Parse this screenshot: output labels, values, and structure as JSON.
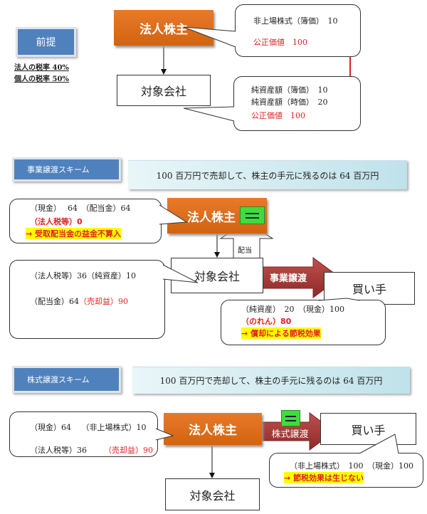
{
  "premise": {
    "label": "前提",
    "corp_tax_rate": "法人の税率 40%",
    "indiv_tax_rate": "個人の税率 50%",
    "shareholder": "法人株主",
    "target": "対象会社",
    "callout_shareholder": {
      "line1": "非上場株式（簿価）　10",
      "line2": "公正価値　100"
    },
    "callout_target": {
      "line1": "純資産額（簿価）　10",
      "line2": "純資産額（時価）　20",
      "line3": "公正価値　100"
    }
  },
  "business_transfer": {
    "label": "事業譲渡スキーム",
    "banner": "100 百万円で売却して、株主の手元に残るのは 64 百万円",
    "shareholder": "法人株主",
    "target": "対象会社",
    "buyer": "買い手",
    "transfer_arrow": "事業譲渡",
    "dividend_arrow": "配当",
    "callout_shareholder": {
      "line1": "（現金）　 64　（配当金）64",
      "line2": "（法人税等）0",
      "line3": "→ 受取配当金の益金不算入"
    },
    "callout_target": {
      "line1": "（法人税等）36（純資産）10",
      "line2a": "（配当金）64",
      "line2b": "（売却益）90"
    },
    "callout_buyer": {
      "line1": "（純資産）　20　（現金）100",
      "line2": "（のれん）80",
      "line3": "→ 償却による節税効果"
    }
  },
  "share_transfer": {
    "label": "株式譲渡スキーム",
    "banner": "100 百万円で売却して、株主の手元に残るのは 64 百万円",
    "shareholder": "法人株主",
    "target": "対象会社",
    "buyer": "買い手",
    "transfer_arrow": "株式譲渡",
    "callout_shareholder": {
      "line1": "（現金）64　 （非上場株式）10",
      "line2a": "（法人税等）36",
      "line2b": "（売却益）90"
    },
    "callout_buyer": {
      "line1": "（非上場株式）　100　（現金）100",
      "line2": "→ 節税効果は生じない"
    }
  },
  "colors": {
    "orange": "#e2701c",
    "blue": "#4f81bd",
    "red": "#e02020",
    "highlight": "#ffff00"
  }
}
